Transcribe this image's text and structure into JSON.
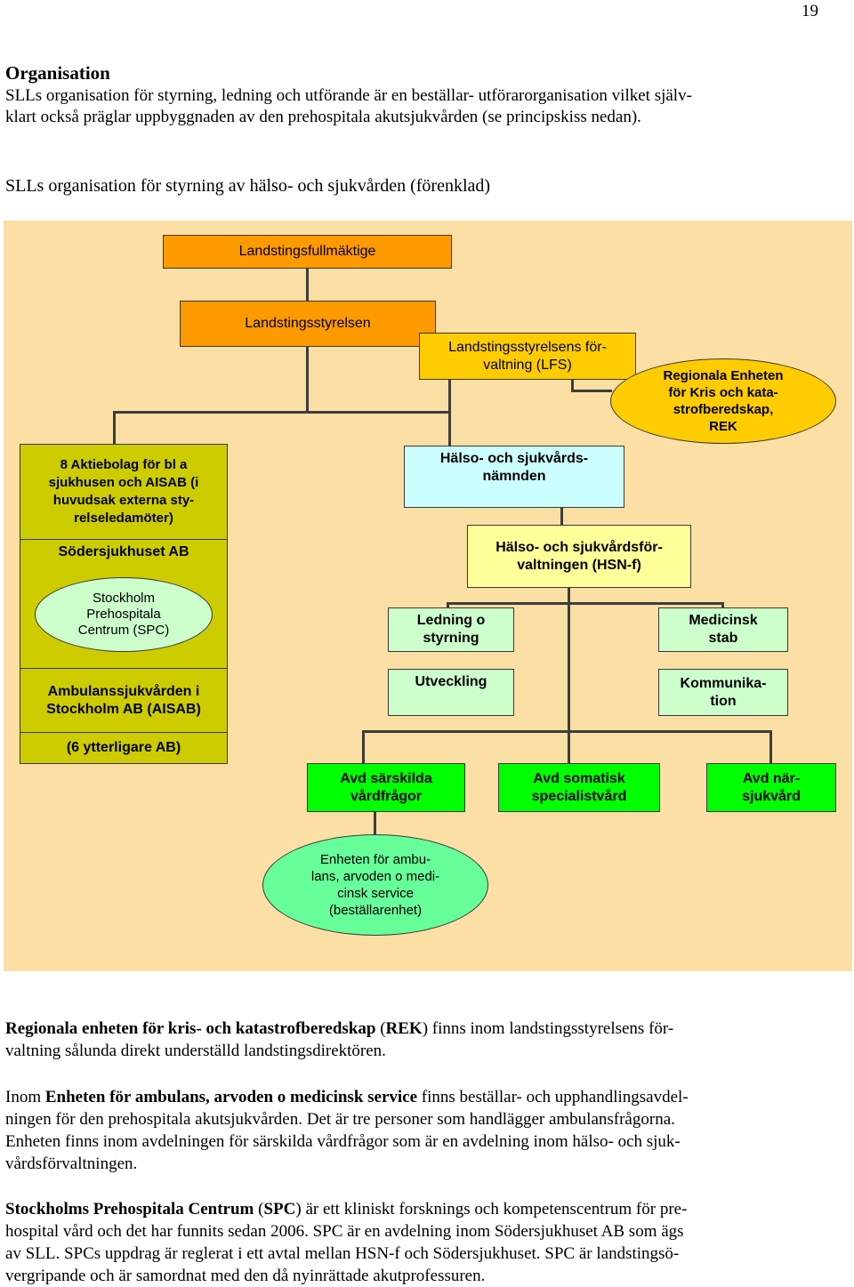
{
  "page_number": "19",
  "heading": "Organisation",
  "intro": "SLLs organisation för styrning, ledning och utförande  är en beställar- utförarorganisation vilket själv-\nklart också präglar uppbyggnaden av den prehospitala akutsjukvården (se principskiss nedan).",
  "diagram": {
    "title": "SLLs organisation för styrning av hälso- och sjukvården (förenklad)",
    "nodes": {
      "landstingsfullmaktige": "Landstingsfullmäktige",
      "landstingsstyrelsen": "Landstingsstyrelsen",
      "lfs": "Landstingsstyrelsens för-\nvaltning (LFS)",
      "rek": "Regionala Enheten\nför Kris och kata-\nstrofberedskap,\nREK",
      "aktiebolag": "8 Aktiebolag för bl a\nsjukhusen och AISAB (i\nhuvudsak externa sty-\nrelseledamöter)",
      "sodersjukhuset": "Södersjukhuset AB",
      "spc": "Stockholm\nPrehospitala\nCentrum (SPC)",
      "aisab": "Ambulanssjukvården i\nStockholm AB (AISAB)",
      "ytterligare": "(6 ytterligare AB)",
      "hsn": "Hälso- och sjukvårds-\nnämnden",
      "hsnf": "Hälso- och sjukvårdsför-\nvaltningen (HSN-f)",
      "ledning": "Ledning o\nstyrning",
      "medicinsk": "Medicinsk\nstab",
      "utveckling": "Utveckling",
      "kommunikation": "Kommunika-\ntion",
      "avd_sarskilda": "Avd särskilda\nvårdfrågor",
      "avd_somatisk": "Avd somatisk\nspecialistvård",
      "avd_nar": "Avd när-\nsjukvård",
      "enheten": "Enheten för ambu-\nlans, arvoden o medi-\ncinsk service\n(beställarenhet)"
    }
  },
  "paragraphs": [
    {
      "bold_a": "Regionala enheten för kris- och katastrofberedskap",
      "text_a": " (",
      "bold_b": "REK",
      "text_b": ") finns inom landstingsstyrelsens för-\nvaltning sålunda direkt underställd landstingsdirektören."
    },
    {
      "text_pre": "Inom ",
      "bold_a": "Enheten för ambulans, arvoden o medicinsk service",
      "text_a": " finns beställar- och upphandlingsavdel-\nningen för den prehospitala akutsjukvården. Det är tre personer som handlägger ambulansfrågorna.\nEnheten finns inom avdelningen för särskilda vårdfrågor som är en avdelning inom hälso- och sjuk-\nvårdsförvaltningen."
    },
    {
      "bold_a": "Stockholms Prehospitala Centrum",
      "text_a": " (",
      "bold_b": "SPC",
      "text_b": ") är ett kliniskt forsknings och kompetenscentrum för pre-\nhospital vård och det har funnits sedan 2006. SPC är en avdelning inom Södersjukhuset AB som ägs\nav SLL. SPCs uppdrag är reglerat i ett avtal mellan HSN-f och Södersjukhuset. SPC är landstingsö-\nvergripande och är samordnat med den då nyinrättade akutprofessuren."
    }
  ],
  "colors": {
    "panel": "#fbdfa4",
    "orange": "#ff9a00",
    "yellow": "#ffcc00",
    "olive": "#cccc00",
    "light_yellow": "#ffff99",
    "light_blue": "#ccffff",
    "pale_green": "#ccffcc",
    "green": "#00ff00",
    "mint_green": "#66ff99"
  }
}
